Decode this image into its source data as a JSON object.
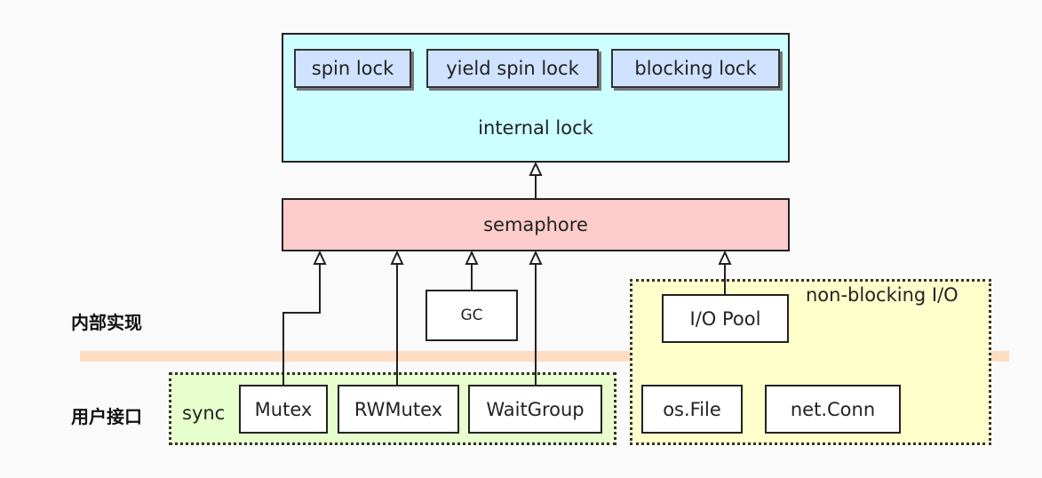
{
  "layers": {
    "internal": "内部实现",
    "user": "用户接口"
  },
  "internal_lock": {
    "label": "internal lock",
    "subtypes": [
      "spin lock",
      "yield spin lock",
      "blocking lock"
    ]
  },
  "semaphore": {
    "label": "semaphore"
  },
  "gc": {
    "label": "GC"
  },
  "nonblocking_io": {
    "label": "non-blocking I/O",
    "pool": "I/O Pool",
    "items": [
      "os.File",
      "net.Conn"
    ]
  },
  "sync": {
    "label": "sync",
    "items": [
      "Mutex",
      "RWMutex",
      "WaitGroup"
    ]
  },
  "colors": {
    "internal_lock_bg": "#ccffff",
    "subtype_bg": "#cfe2ff",
    "semaphore_bg": "#ffcccc",
    "sync_bg": "#e6ffcc",
    "nonblocking_bg": "#ffffcc",
    "divider": "#ffdcc4"
  }
}
